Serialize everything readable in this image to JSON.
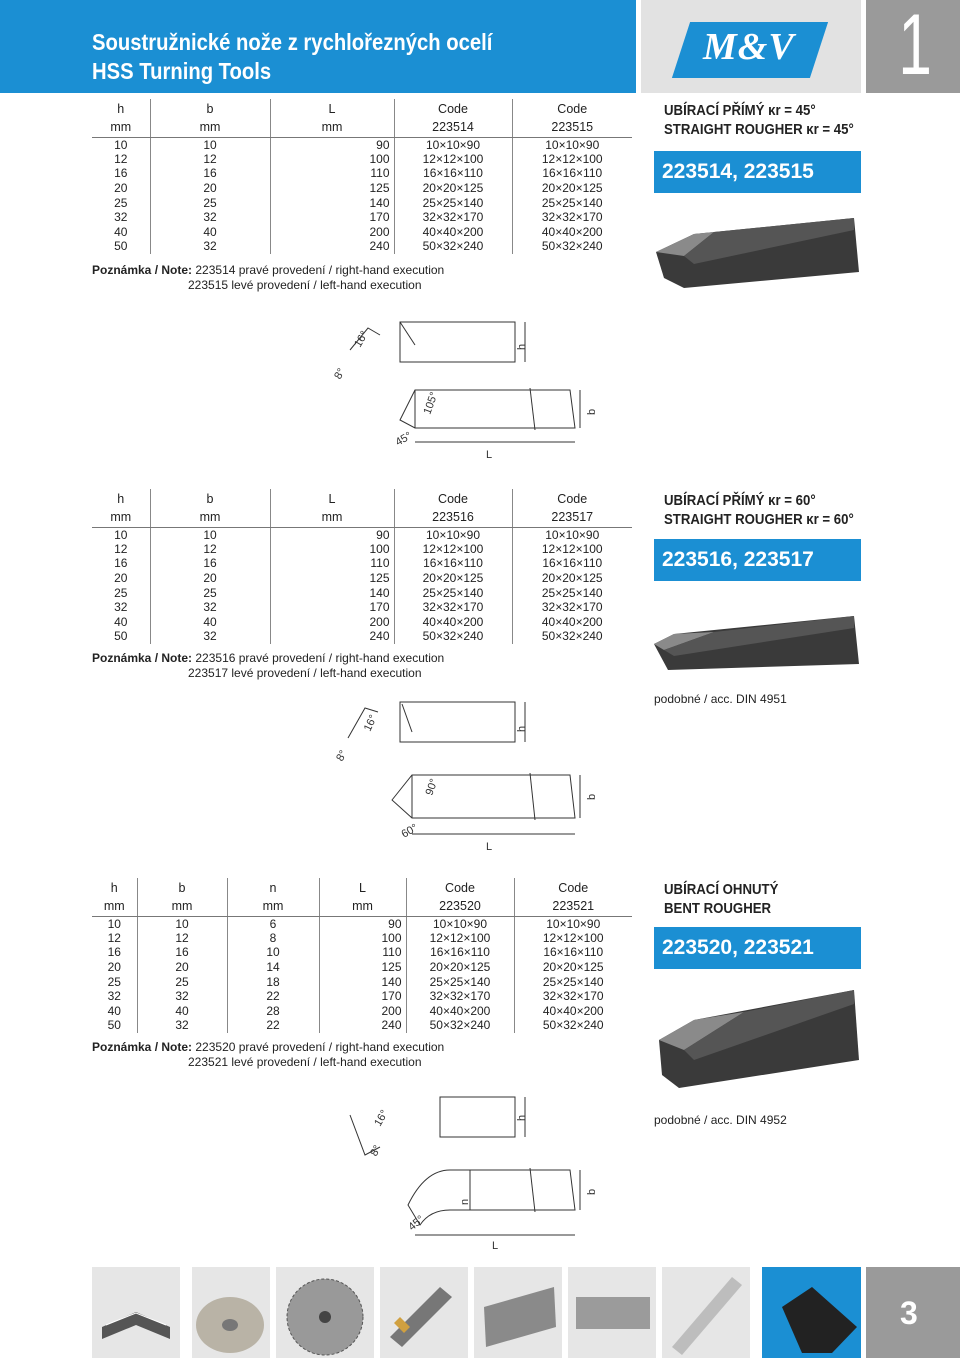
{
  "header": {
    "title_cz": "Soustružnické nože z rychlořezných ocelí",
    "title_en": "HSS Turning Tools",
    "logo": "M&V",
    "page_marker": "1"
  },
  "sections": [
    {
      "title_cz": "UBÍRACÍ PŘÍMÝ κr = 45°",
      "title_en": "STRAIGHT ROUGHER κr = 45°",
      "codes": "223514, 223515",
      "head": [
        "h",
        "b",
        "L",
        "Code",
        "Code"
      ],
      "units": [
        "mm",
        "mm",
        "mm",
        "223514",
        "223515"
      ],
      "rows": [
        [
          "10",
          "10",
          "90",
          "10×10×90",
          "10×10×90"
        ],
        [
          "12",
          "12",
          "100",
          "12×12×100",
          "12×12×100"
        ],
        [
          "16",
          "16",
          "110",
          "16×16×110",
          "16×16×110"
        ],
        [
          "20",
          "20",
          "125",
          "20×20×125",
          "20×20×125"
        ],
        [
          "25",
          "25",
          "140",
          "25×25×140",
          "25×25×140"
        ],
        [
          "32",
          "32",
          "170",
          "32×32×170",
          "32×32×170"
        ],
        [
          "40",
          "40",
          "200",
          "40×40×200",
          "40×40×200"
        ],
        [
          "50",
          "32",
          "240",
          "50×32×240",
          "50×32×240"
        ]
      ],
      "note_label": "Poznámka / Note:",
      "note_1": "223514 pravé provedení / right-hand execution",
      "note_2": "223515 levé provedení / left-hand execution",
      "drawing_labels": [
        "16°",
        "8°",
        "105°",
        "45°",
        "h",
        "b",
        "L"
      ]
    },
    {
      "title_cz": "UBÍRACÍ PŘÍMÝ κr = 60°",
      "title_en": "STRAIGHT ROUGHER κr = 60°",
      "codes": "223516, 223517",
      "head": [
        "h",
        "b",
        "L",
        "Code",
        "Code"
      ],
      "units": [
        "mm",
        "mm",
        "mm",
        "223516",
        "223517"
      ],
      "rows": [
        [
          "10",
          "10",
          "90",
          "10×10×90",
          "10×10×90"
        ],
        [
          "12",
          "12",
          "100",
          "12×12×100",
          "12×12×100"
        ],
        [
          "16",
          "16",
          "110",
          "16×16×110",
          "16×16×110"
        ],
        [
          "20",
          "20",
          "125",
          "20×20×125",
          "20×20×125"
        ],
        [
          "25",
          "25",
          "140",
          "25×25×140",
          "25×25×140"
        ],
        [
          "32",
          "32",
          "170",
          "32×32×170",
          "32×32×170"
        ],
        [
          "40",
          "40",
          "200",
          "40×40×200",
          "40×40×200"
        ],
        [
          "50",
          "32",
          "240",
          "50×32×240",
          "50×32×240"
        ]
      ],
      "note_label": "Poznámka / Note:",
      "note_1": "223516 pravé provedení / right-hand execution",
      "note_2": "223517 levé provedení / left-hand execution",
      "acc": "podobné / acc. DIN 4951",
      "drawing_labels": [
        "16°",
        "8°",
        "90°",
        "60°",
        "h",
        "b",
        "L"
      ]
    },
    {
      "title_cz": "UBÍRACÍ OHNUTÝ",
      "title_en": "BENT ROUGHER",
      "codes": "223520, 223521",
      "head": [
        "h",
        "b",
        "n",
        "L",
        "Code",
        "Code"
      ],
      "units": [
        "mm",
        "mm",
        "mm",
        "mm",
        "223520",
        "223521"
      ],
      "rows": [
        [
          "10",
          "10",
          "6",
          "90",
          "10×10×90",
          "10×10×90"
        ],
        [
          "12",
          "12",
          "8",
          "100",
          "12×12×100",
          "12×12×100"
        ],
        [
          "16",
          "16",
          "10",
          "110",
          "16×16×110",
          "16×16×110"
        ],
        [
          "20",
          "20",
          "14",
          "125",
          "20×20×125",
          "20×20×125"
        ],
        [
          "25",
          "25",
          "18",
          "140",
          "25×25×140",
          "25×25×140"
        ],
        [
          "32",
          "32",
          "22",
          "170",
          "32×32×170",
          "32×32×170"
        ],
        [
          "40",
          "40",
          "28",
          "200",
          "40×40×200",
          "40×40×200"
        ],
        [
          "50",
          "32",
          "22",
          "240",
          "50×32×240",
          "50×32×240"
        ]
      ],
      "note_label": "Poznámka / Note:",
      "note_1": "223520 pravé provedení / right-hand execution",
      "note_2": "223521 levé provedení / left-hand execution",
      "acc": "podobné / acc. DIN 4952",
      "drawing_labels": [
        "16°",
        "8°",
        "45°",
        "h",
        "b",
        "n",
        "L"
      ]
    }
  ],
  "footer": {
    "page_number": "3"
  },
  "colors": {
    "accent": "#1b8fd3",
    "grey": "#9a9a9a"
  }
}
